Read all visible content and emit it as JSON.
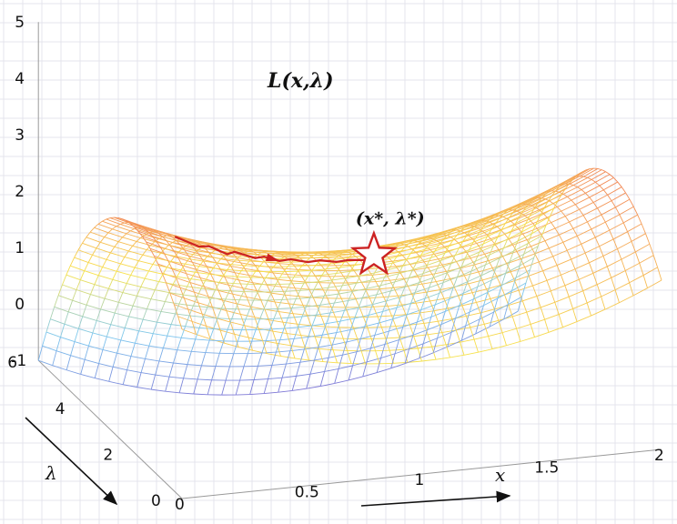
{
  "chart_data": {
    "type": "surface",
    "title": "L(x,λ)",
    "function": "(x-1)^2 - (lambda-2)^2/4 + 2",
    "x": {
      "label": "x",
      "range": [
        0,
        2
      ],
      "ticks": [
        "0",
        "0.5",
        "1",
        "1.5",
        "2"
      ]
    },
    "lambda": {
      "label": "λ",
      "range": [
        0,
        6
      ],
      "ticks": [
        "0",
        "2",
        "4",
        "6"
      ]
    },
    "z": {
      "range": [
        -1,
        5
      ],
      "ticks": [
        "-1",
        "0",
        "1",
        "2",
        "3",
        "4",
        "5"
      ]
    },
    "saddle_point": {
      "label": "(x*, λ*)",
      "x": 1,
      "lambda": 2,
      "z": 2
    },
    "path": {
      "marker": "star",
      "color": "#cc2222",
      "points": [
        [
          0.2,
          2.3
        ],
        [
          0.27,
          2.0
        ],
        [
          0.33,
          2.18
        ],
        [
          0.38,
          1.92
        ],
        [
          0.43,
          2.12
        ],
        [
          0.5,
          1.95
        ],
        [
          0.55,
          2.08
        ],
        [
          0.6,
          1.94
        ],
        [
          0.66,
          2.06
        ],
        [
          0.72,
          1.96
        ],
        [
          0.78,
          2.05
        ],
        [
          0.84,
          1.97
        ],
        [
          0.9,
          2.03
        ],
        [
          0.95,
          1.99
        ],
        [
          1.0,
          2.0
        ]
      ]
    },
    "colormap": [
      "#7f78d6",
      "#7dc7ef",
      "#f7e24c",
      "#f5a35a",
      "#e83f4c"
    ],
    "grid": true
  }
}
